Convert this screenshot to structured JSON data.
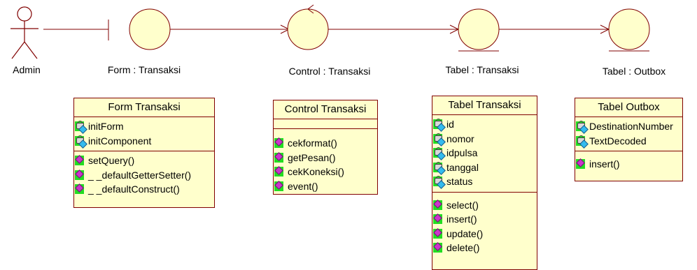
{
  "actor": {
    "label": "Admin"
  },
  "objects": [
    {
      "label": "Form : Transaksi"
    },
    {
      "label": "Control : Transaksi"
    },
    {
      "label": "Tabel : Transaksi"
    },
    {
      "label": "Tabel : Outbox"
    }
  ],
  "classes": {
    "form": {
      "title": "Form Transaksi",
      "attributes": [
        "initForm",
        "initComponent"
      ],
      "operations": [
        "setQuery()",
        "_ _defaultGetterSetter()",
        "_ _defaultConstruct()"
      ]
    },
    "control": {
      "title": "Control Transaksi",
      "attributes": [],
      "operations": [
        "cekformat()",
        "getPesan()",
        "cekKoneksi()",
        "event()"
      ]
    },
    "tabel": {
      "title": "Tabel Transaksi",
      "attributes": [
        "id",
        "nomor",
        "idpulsa",
        "tanggal",
        "status"
      ],
      "operations": [
        "select()",
        "insert()",
        "update()",
        "delete()"
      ]
    },
    "outbox": {
      "title": "Tabel Outbox",
      "attributes": [
        "DestinationNumber",
        "TextDecoded"
      ],
      "operations": [
        "insert()"
      ]
    }
  },
  "colors": {
    "line": "#800000",
    "shape_fill": "#ffffcc",
    "attr_icon": "#22dd22",
    "op_icon": "#22dd22"
  }
}
